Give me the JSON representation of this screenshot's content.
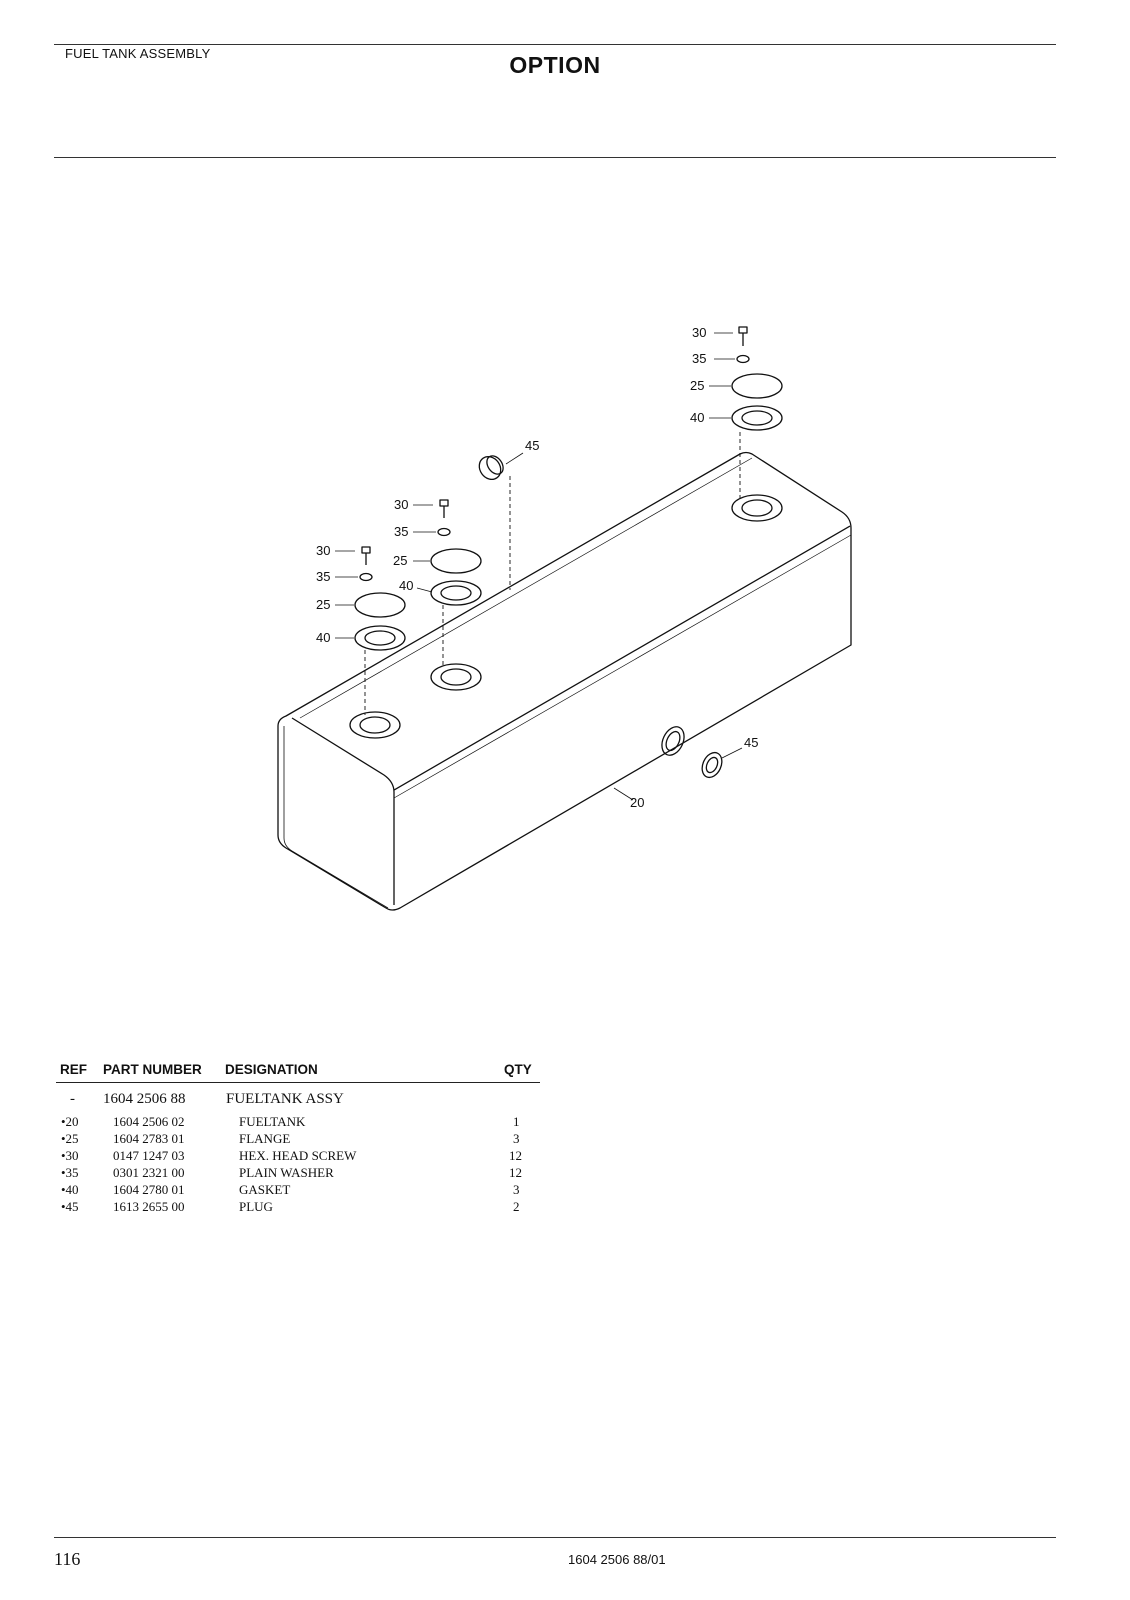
{
  "header": {
    "section_title": "FUEL TANK ASSEMBLY",
    "page_heading": "OPTION"
  },
  "drawing": {
    "callouts": {
      "c30_right": "30",
      "c35_right": "35",
      "c25_right": "25",
      "c40_right": "40",
      "c45_top": "45",
      "c30_mid": "30",
      "c35_mid": "35",
      "c25_mid": "25",
      "c40_mid": "40",
      "c30_left": "30",
      "c35_left": "35",
      "c25_left": "25",
      "c40_left": "40",
      "c45_side": "45",
      "c20": "20"
    }
  },
  "parts_table": {
    "headers": {
      "ref": "REF",
      "part_number": "PART NUMBER",
      "designation": "DESIGNATION",
      "qty": "QTY"
    },
    "assembly": {
      "ref": "-",
      "part_number": "1604 2506 88",
      "designation": "FUELTANK ASSY",
      "qty": ""
    },
    "rows": [
      {
        "ref": "•20",
        "part_number": "1604 2506 02",
        "designation": "FUELTANK",
        "qty": "1"
      },
      {
        "ref": "•25",
        "part_number": "1604 2783 01",
        "designation": "FLANGE",
        "qty": "3"
      },
      {
        "ref": "•30",
        "part_number": "0147 1247 03",
        "designation": "HEX. HEAD SCREW",
        "qty": "12"
      },
      {
        "ref": "•35",
        "part_number": "0301 2321 00",
        "designation": "PLAIN WASHER",
        "qty": "12"
      },
      {
        "ref": "•40",
        "part_number": "1604 2780 01",
        "designation": "GASKET",
        "qty": "3"
      },
      {
        "ref": "•45",
        "part_number": "1613 2655 00",
        "designation": "PLUG",
        "qty": "2"
      }
    ]
  },
  "footer": {
    "page_number": "116",
    "doc_number": "1604 2506 88/01"
  }
}
